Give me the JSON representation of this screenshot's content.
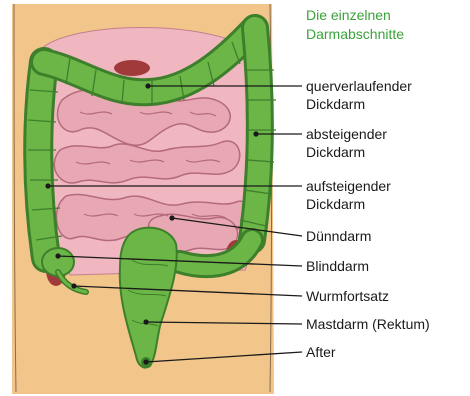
{
  "title": {
    "line1": "Die einzelnen",
    "line2": "Darmabschnitte"
  },
  "colors": {
    "skin": "#f2c58a",
    "frame": "#1e1e1e",
    "colon_green": "#6cb547",
    "colon_dark": "#3e7f2c",
    "small_intestine": "#e8a8b3",
    "small_intestine_dark": "#b46a7a",
    "mesentery": "#a13a3a",
    "title_green": "#3aa33a"
  },
  "labels": [
    {
      "id": "querverlaufender-dickdarm",
      "line1": "querverlaufender",
      "line2": "Dickdarm"
    },
    {
      "id": "absteigender-dickdarm",
      "line1": "absteigender",
      "line2": "Dickdarm"
    },
    {
      "id": "aufsteigender-dickdarm",
      "line1": "aufsteigender",
      "line2": "Dickdarm"
    },
    {
      "id": "duenndarm",
      "line1": "Dünndarm"
    },
    {
      "id": "blinddarm",
      "line1": "Blinddarm"
    },
    {
      "id": "wurmfortsatz",
      "line1": "Wurmfortsatz"
    },
    {
      "id": "mastdarm",
      "line1": "Mastdarm (Rektum)"
    },
    {
      "id": "after",
      "line1": "After"
    }
  ]
}
